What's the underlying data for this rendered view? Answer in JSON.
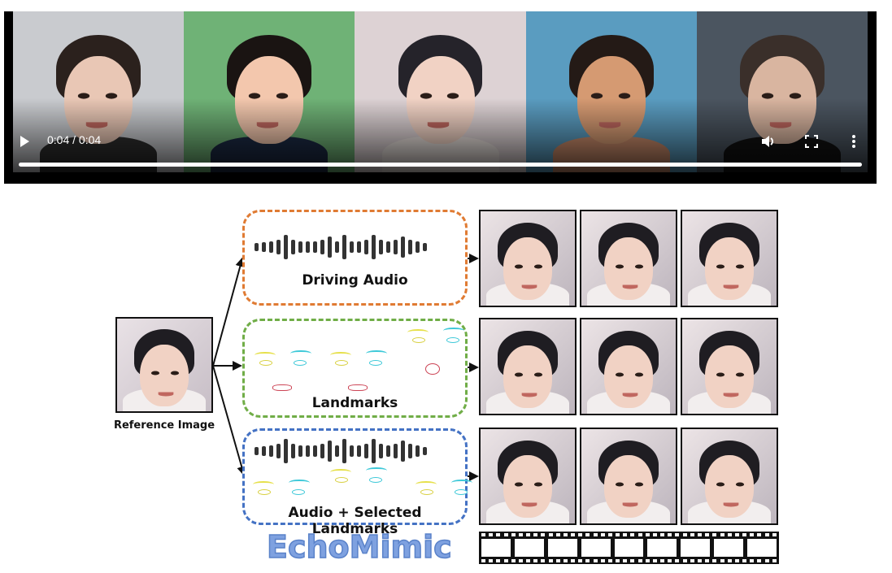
{
  "video_player": {
    "current_time": "0:04",
    "separator": " / ",
    "duration": "0:04",
    "time_display": "0:04 / 0:04",
    "progress_percent": 100,
    "controls": {
      "play_icon": "play-icon",
      "volume_icon": "volume-icon",
      "fullscreen_icon": "fullscreen-icon",
      "more_icon": "more-vertical-icon"
    },
    "frames": [
      {
        "subject": "realistic young man",
        "background": "#c9cbcf",
        "skin": "#e9c7b5",
        "hair": "#2b211d",
        "shirt": "#2e2e2e"
      },
      {
        "subject": "cartoon man",
        "background": "#6fb276",
        "skin": "#f3c7ad",
        "hair": "#1a1412",
        "shirt": "#1c2a44"
      },
      {
        "subject": "3D cartoon boy",
        "background": "#ddd2d4",
        "skin": "#f1d2c4",
        "hair": "#25232a",
        "shirt": "#e8e0dc"
      },
      {
        "subject": "illustrated man",
        "background": "#5a9cc0",
        "skin": "#d59a72",
        "hair": "#241a16",
        "shirt": "#c88a6a"
      },
      {
        "subject": "photo man",
        "background": "#4b5560",
        "skin": "#d9b5a0",
        "hair": "#3a2f2a",
        "shirt": "#111111"
      }
    ]
  },
  "diagram": {
    "reference_label": "Reference Image",
    "boxes": [
      {
        "label": "Driving Audio",
        "color": "#e07b33"
      },
      {
        "label": "Landmarks",
        "color": "#70ad47"
      },
      {
        "label": "Audio + Selected Landmarks",
        "color": "#4472c4"
      }
    ],
    "waveform_heights": [
      10,
      12,
      14,
      18,
      30,
      18,
      14,
      14,
      14,
      18,
      26,
      14,
      30,
      14,
      14,
      18,
      30,
      18,
      14,
      18,
      26,
      18,
      14,
      10
    ],
    "title": "EchoMimic",
    "title_color": "#7ea1e0",
    "film_frames": 9
  }
}
